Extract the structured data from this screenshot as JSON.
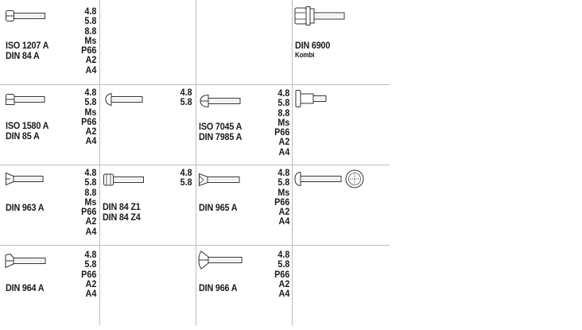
{
  "cells": [
    {
      "id": "r1c1",
      "standards": [
        "ISO 1207 A",
        "DIN 84 A"
      ],
      "grades": [
        "4.8",
        "5.8",
        "8.8",
        "Ms",
        "P66",
        "A2",
        "A4"
      ],
      "icon": "cheese-head-screw-icon"
    },
    {
      "id": "r1c4",
      "standards": [
        "DIN 6900"
      ],
      "subtitle": "Kombi",
      "grades": [],
      "icon": "hex-head-screw-with-washer-icon"
    },
    {
      "id": "r2c1",
      "standards": [
        "ISO 1580 A",
        "DIN 85 A"
      ],
      "grades": [
        "4.8",
        "5.8",
        "Ms",
        "P66",
        "A2",
        "A4"
      ],
      "icon": "pan-head-screw-icon"
    },
    {
      "id": "r2c2",
      "standards": [],
      "grades": [
        "4.8",
        "5.8"
      ],
      "icon": "mushroom-head-screw-icon"
    },
    {
      "id": "r2c3",
      "standards": [
        "ISO 7045 A",
        "DIN 7985 A"
      ],
      "grades": [
        "4.8",
        "5.8",
        "8.8",
        "Ms",
        "P66",
        "A2",
        "A4"
      ],
      "icon": "raised-pan-head-screw-icon"
    },
    {
      "id": "r2c4",
      "standards": [],
      "grades": [],
      "icon": "shoulder-screw-icon"
    },
    {
      "id": "r3c1",
      "standards": [
        "DIN 963 A"
      ],
      "grades": [
        "4.8",
        "5.8",
        "8.8",
        "Ms",
        "P66",
        "A2",
        "A4"
      ],
      "icon": "countersunk-screw-icon"
    },
    {
      "id": "r3c2",
      "standards": [
        "DIN 84 Z1",
        "DIN 84 Z4"
      ],
      "grades": [
        "4.8",
        "5.8"
      ],
      "icon": "cross-recess-cheese-head-screw-icon"
    },
    {
      "id": "r3c3",
      "standards": [
        "DIN 965 A"
      ],
      "grades": [
        "4.8",
        "5.8",
        "Ms",
        "P66",
        "A2",
        "A4"
      ],
      "icon": "cross-recess-countersunk-screw-icon"
    },
    {
      "id": "r3c4",
      "standards": [],
      "grades": [],
      "icon": "cross-recess-button-head-screw-icon"
    },
    {
      "id": "r4c1",
      "standards": [
        "DIN 964 A"
      ],
      "grades": [
        "4.8",
        "5.8",
        "P66",
        "A2",
        "A4"
      ],
      "icon": "raised-countersunk-screw-icon"
    },
    {
      "id": "r4c3",
      "standards": [
        "DIN 966 A"
      ],
      "grades": [
        "4.8",
        "5.8",
        "P66",
        "A2",
        "A4"
      ],
      "icon": "raised-countersunk-oval-screw-icon"
    }
  ]
}
